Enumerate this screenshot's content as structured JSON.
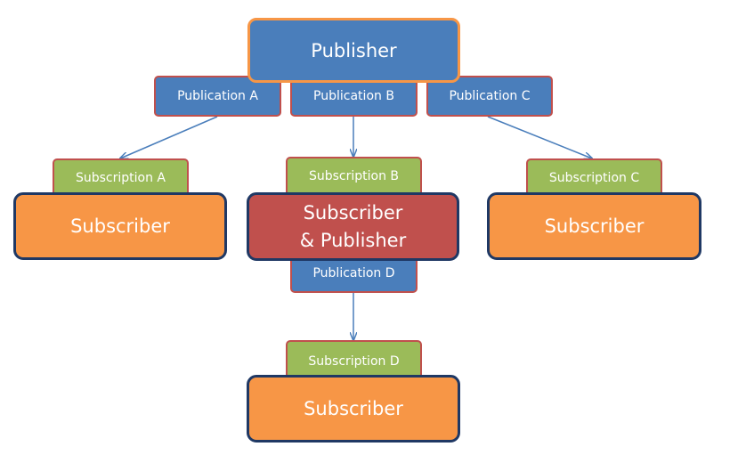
{
  "nodes": {
    "publisher": "Publisher",
    "publication_a": "Publication A",
    "publication_b": "Publication B",
    "publication_c": "Publication C",
    "publication_d": "Publication D",
    "subscription_a": "Subscription  A",
    "subscription_b": "Subscription  B",
    "subscription_c": "Subscription  C",
    "subscription_d": "Subscription  D",
    "subscriber_a": "Subscriber",
    "subscriber_c": "Subscriber",
    "subscriber_d": "Subscriber",
    "subscriber_publisher_line1": "Subscriber",
    "subscriber_publisher_line2": "& Publisher"
  },
  "colors": {
    "publication_fill": "#4a7ebb",
    "subscription_fill": "#9bbb59",
    "subscriber_fill": "#f79646",
    "subscriber_publisher_fill": "#c0504d",
    "arrow": "#4a7ebb"
  }
}
